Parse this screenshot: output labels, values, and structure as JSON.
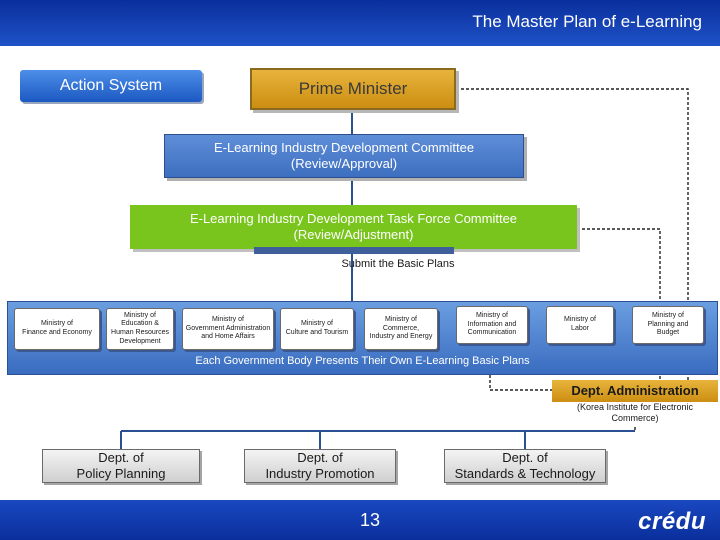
{
  "header": {
    "title": "The Master Plan of e-Learning"
  },
  "action_system": {
    "label": "Action System"
  },
  "prime_minister": {
    "label": "Prime Minister"
  },
  "committee": {
    "line1": "E-Learning Industry Development Committee",
    "line2": "(Review/Approval)"
  },
  "taskforce": {
    "line1": "E-Learning Industry Development Task Force Committee",
    "line2": "(Review/Adjustment)"
  },
  "submit_label": "Submit the Basic Plans",
  "ministries": [
    {
      "lines": [
        "Ministry of",
        "Finance and Economy"
      ]
    },
    {
      "lines": [
        "Ministry of",
        "Education &",
        "Human Resources",
        "Development"
      ]
    },
    {
      "lines": [
        "Ministry of",
        "Government Administration",
        "and Home Affairs"
      ]
    },
    {
      "lines": [
        "Ministry of",
        "Culture and Tourism"
      ]
    },
    {
      "lines": [
        "Ministry of",
        "Commerce,",
        "Industry and Energy"
      ]
    },
    {
      "lines": [
        "Ministry of",
        "Information and",
        "Communication"
      ]
    },
    {
      "lines": [
        "Ministry of",
        "Labor"
      ]
    },
    {
      "lines": [
        "Ministry of",
        "Planning and",
        "Budget"
      ]
    }
  ],
  "ministries_caption": "Each Government Body Presents Their Own E-Learning Basic Plans",
  "dept_admin": {
    "title": "Dept. Administration",
    "sub1": "(Korea Institute for Electronic",
    "sub2": "Commerce)"
  },
  "departments": [
    {
      "line1": "Dept. of",
      "line2": "Policy Planning"
    },
    {
      "line1": "Dept. of",
      "line2": "Industry Promotion"
    },
    {
      "line1": "Dept. of",
      "line2": "Standards & Technology"
    }
  ],
  "footer": {
    "page_number": "13",
    "logo": "crédu"
  },
  "colors": {
    "header_blue": "#0a2f9c",
    "prime_minister_gold": "#d89a1a",
    "committee_blue": "#4a7bcc",
    "taskforce_green": "#79c51e"
  }
}
